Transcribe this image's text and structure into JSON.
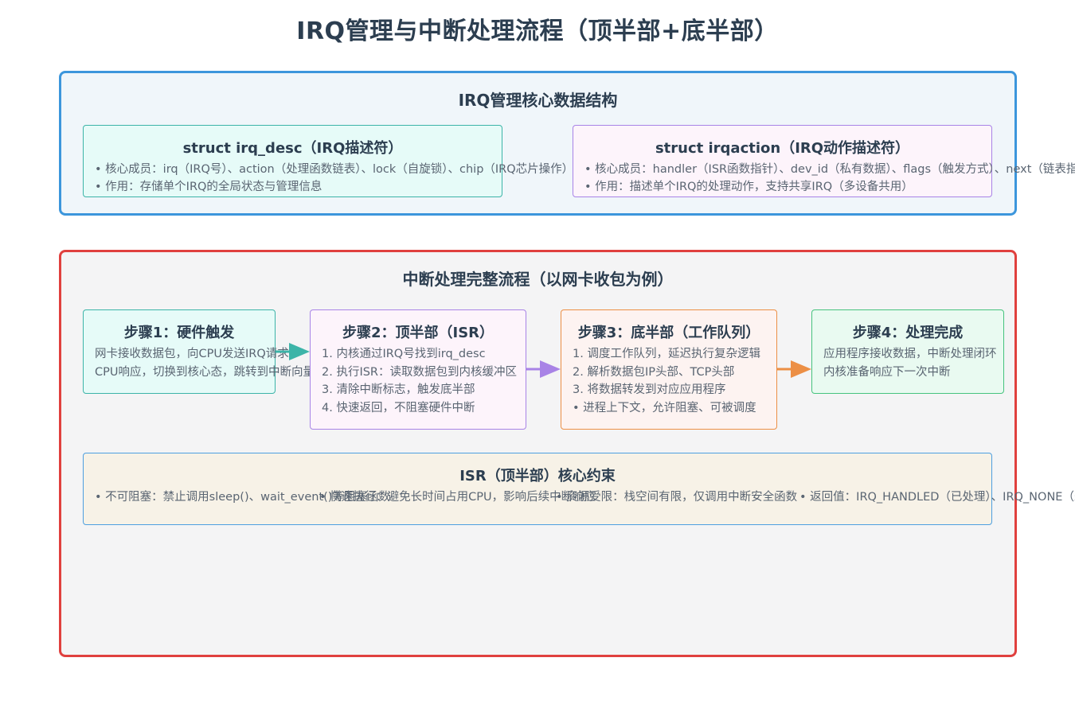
{
  "title": "IRQ管理与中断处理流程（顶半部+底半部）",
  "structs_panel": {
    "title": "IRQ管理核心数据结构",
    "irq_desc": {
      "title": "struct irq_desc（IRQ描述符）",
      "lines": [
        "• 核心成员：irq（IRQ号）、action（处理函数链表）、lock（自旋锁）、chip（IRQ芯片操作）",
        "• 作用：存储单个IRQ的全局状态与管理信息"
      ]
    },
    "irqaction": {
      "title": "struct irqaction（IRQ动作描述符）",
      "lines": [
        "• 核心成员：handler（ISR函数指针）、dev_id（私有数据）、flags（触发方式）、next（链表指针）",
        "• 作用：描述单个IRQ的处理动作，支持共享IRQ（多设备共用）"
      ]
    }
  },
  "flow_panel": {
    "title": "中断处理完整流程（以网卡收包为例）",
    "steps": [
      {
        "title": "步骤1：硬件触发",
        "lines": [
          "网卡接收数据包，向CPU发送IRQ请求",
          "CPU响应，切换到核心态，跳转到中断向量表"
        ]
      },
      {
        "title": "步骤2：顶半部（ISR）",
        "lines": [
          "1. 内核通过IRQ号找到irq_desc",
          "2. 执行ISR：读取数据包到内核缓冲区",
          "3. 清除中断标志，触发底半部",
          "4. 快速返回，不阻塞硬件中断"
        ]
      },
      {
        "title": "步骤3：底半部（工作队列）",
        "lines": [
          "1. 调度工作队列，延迟执行复杂逻辑",
          "2. 解析数据包IP头部、TCP头部",
          "3. 将数据转发到对应应用程序",
          "• 进程上下文，允许阻塞、可被调度"
        ]
      },
      {
        "title": "步骤4：处理完成",
        "lines": [
          "应用程序接收数据，中断处理闭环",
          "内核准备响应下一次中断"
        ]
      }
    ],
    "isr": {
      "title": "ISR（顶半部）核心约束",
      "segments": [
        "• 不可阻塞：禁止调用sleep()、wait_event()等阻塞函数",
        "• 快速执行：避免长时间占用CPU，影响后续中断响应",
        "• 资源受限：栈空间有限，仅调用中断安全函数",
        "• 返回值：IRQ_HANDLED（已处理）、IRQ_NONE（未处理）"
      ]
    }
  },
  "colors": {
    "title": "#2c3e50",
    "structs_border": "#3c96dc",
    "flow_border": "#e0403e",
    "teal": "#3cb4a8",
    "purple": "#a883e6",
    "orange": "#ec8f45",
    "green": "#46c37e",
    "isr_border": "#4d9fe0"
  }
}
